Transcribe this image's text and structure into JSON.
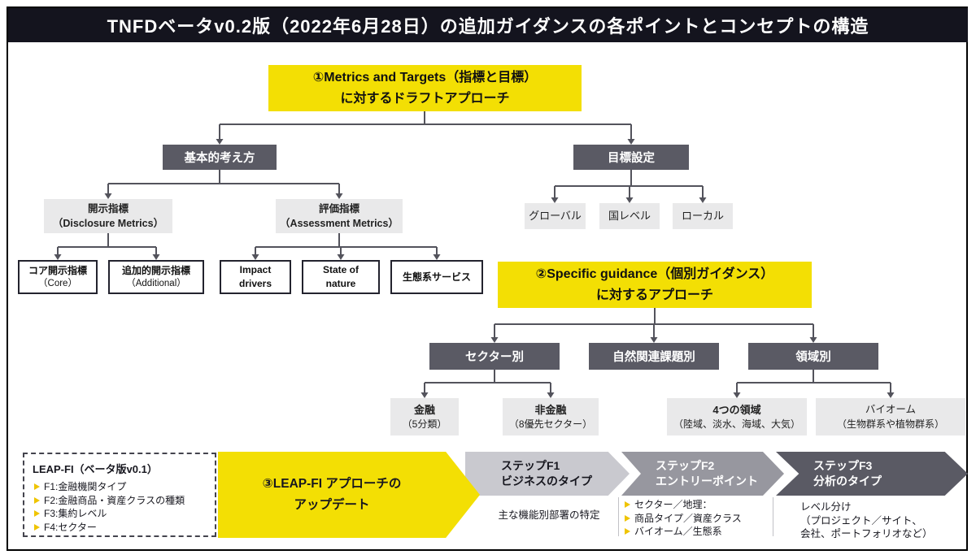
{
  "title": "TNFDベータv0.2版（2022年6月28日）の追加ガイダンスの各ポイントとコンセプトの構造",
  "colors": {
    "accent_yellow": "#F3DF04",
    "dark_gray": "#5A5A64",
    "mid_gray": "#97979F",
    "chevron_light_gray": "#C9C9CF",
    "light_gray_box": "#E9E9EA",
    "connector_line": "#53535C",
    "bullet_yellow": "#EFC400",
    "titlebar_black": "#14141E"
  },
  "tree1": {
    "root": "①Metrics and Targets（指標と目標）\nに対するドラフトアプローチ",
    "basic_concept": "基本的考え方",
    "goal_setting": "目標設定",
    "disclosure_metrics": "開示指標\n（Disclosure Metrics）",
    "assessment_metrics": "評価指標\n（Assessment Metrics）",
    "core": {
      "l1": "コア開示指標",
      "l2": "（Core）"
    },
    "additional": {
      "l1": "追加的開示指標",
      "l2": "（Additional）"
    },
    "impact_drivers": "Impact\ndrivers",
    "state_of_nature": "State of\nnature",
    "ecosystem_services": "生態系サービス",
    "global": "グローバル",
    "national": "国レベル",
    "local": "ローカル"
  },
  "tree2": {
    "root": "②Specific guidance（個別ガイダンス）\nに対するアプローチ",
    "by_sector": "セクター別",
    "by_nature_issue": "自然関連課題別",
    "by_realm": "領域別",
    "financial": {
      "l1": "金融",
      "l2": "（5分類）"
    },
    "non_financial": {
      "l1": "非金融",
      "l2": "（8優先セクター）"
    },
    "four_realms": {
      "l1": "4つの領域",
      "l2": "（陸域、淡水、海域、大気）"
    },
    "biome": {
      "l1": "バイオーム",
      "l2": "（生物群系や植物群系）"
    }
  },
  "bottom": {
    "leap_fi": {
      "title": "LEAP-FI（ベータ版v0.1）",
      "items": [
        "F1:金融機関タイプ",
        "F2:金融商品・資産クラスの種類",
        "F3:集約レベル",
        "F4:セクター"
      ]
    },
    "update": "③LEAP-FI アプローチの\nアップデート",
    "steps": [
      {
        "header": "ステップF1\nビジネスのタイプ",
        "body": "主な機能別部署の特定"
      },
      {
        "header": "ステップF2\nエントリーポイント",
        "items": [
          "セクター／地理：",
          "商品タイプ／資産クラス",
          "バイオーム／生態系"
        ]
      },
      {
        "header": "ステップF3\n分析のタイプ",
        "body": "レベル分け\n（プロジェクト／サイト、\n会社、ポートフォリオなど）"
      }
    ]
  }
}
